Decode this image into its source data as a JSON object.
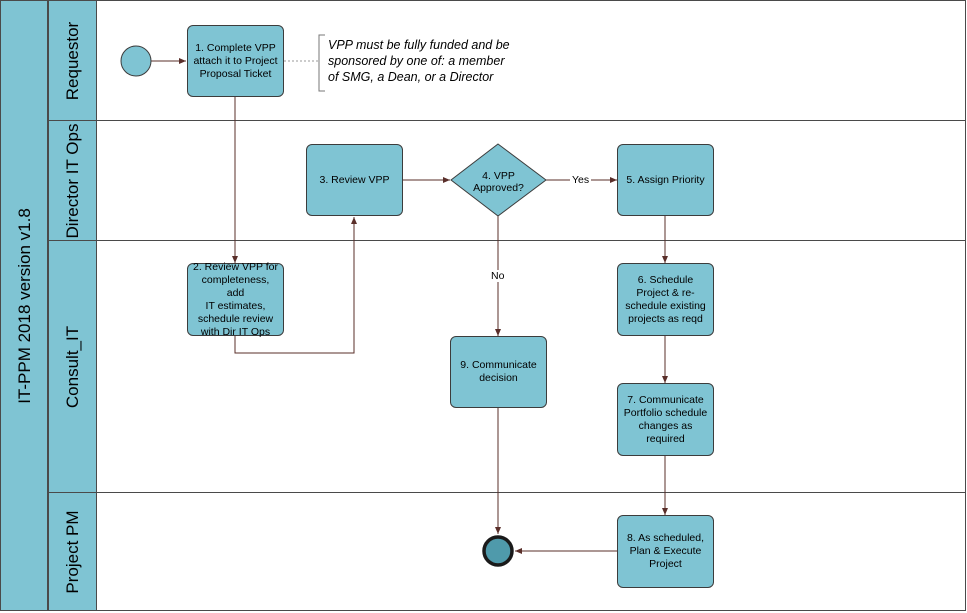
{
  "diagram": {
    "pool_title": "IT-PPM 2018 version v1.8",
    "lanes": [
      "Requestor",
      "Director IT Ops",
      "Consult_IT",
      "Project PM"
    ],
    "tasks": {
      "t1": "1. Complete VPP\nattach it to Project\nProposal Ticket",
      "t2": "2. Review VPP for\ncompleteness, add\nIT estimates,\nschedule review\nwith Dir IT Ops",
      "t3": "3. Review VPP",
      "t5": "5. Assign Priority",
      "t6": "6. Schedule\nProject & re-\nschedule existing\nprojects as reqd",
      "t7": "7. Communicate\nPortfolio schedule\nchanges as\nrequired",
      "t8": "8. As scheduled,\nPlan & Execute\nProject",
      "t9": "9. Communicate\ndecision"
    },
    "gateway": "4. VPP\nApproved?",
    "edge_labels": {
      "yes": "Yes",
      "no": "No"
    },
    "annotation": "VPP must be fully funded and be\nsponsored by one of: a member\nof SMG, a Dean, or a Director",
    "colors": {
      "fill": "#7fc4d3",
      "line": "#5a2f2a",
      "end_fill": "#4f9aab"
    }
  }
}
